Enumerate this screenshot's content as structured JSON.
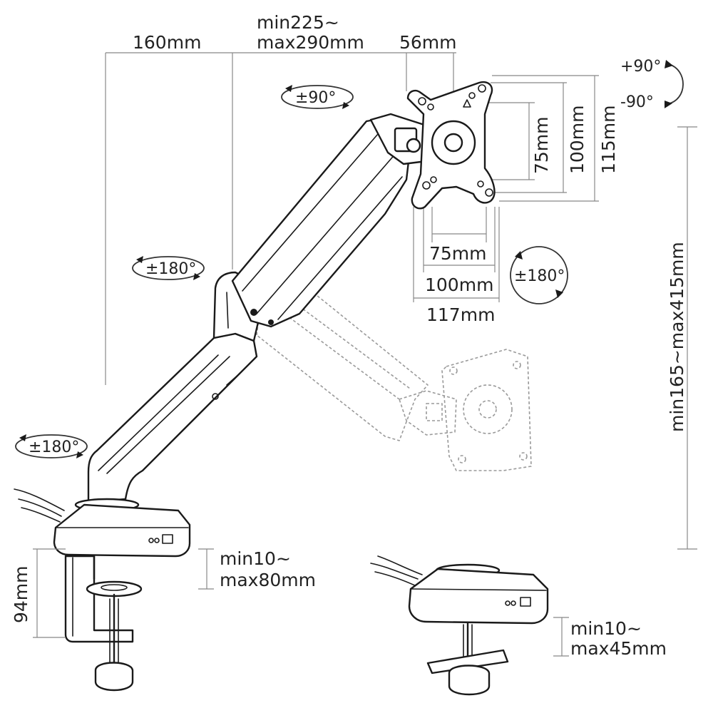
{
  "labels": {
    "arm_reach_min_max_1": "min225~",
    "arm_reach_min_max_2": "max290mm",
    "base_offset": "160mm",
    "head_offset": "56mm",
    "tilt": "±90°",
    "rotate_plus": "+90°",
    "rotate_minus": "-90°",
    "swivel_elbow": "±180°",
    "swivel_base": "±180°",
    "swivel_head": "±180°",
    "vesa_v75": "75mm",
    "vesa_v100": "100mm",
    "plate_height": "115mm",
    "vesa_h75": "75mm",
    "vesa_h100": "100mm",
    "plate_width": "117mm",
    "height_range": "min165~max415mm",
    "clamp_depth": "94mm",
    "clamp_range_1": "min10~",
    "clamp_range_2": "max80mm",
    "grommet_range_1": "min10~",
    "grommet_range_2": "max45mm"
  },
  "colors": {
    "line": "#1a1a1a",
    "dimension": "#888888",
    "ghost": "#9a9a9a"
  }
}
